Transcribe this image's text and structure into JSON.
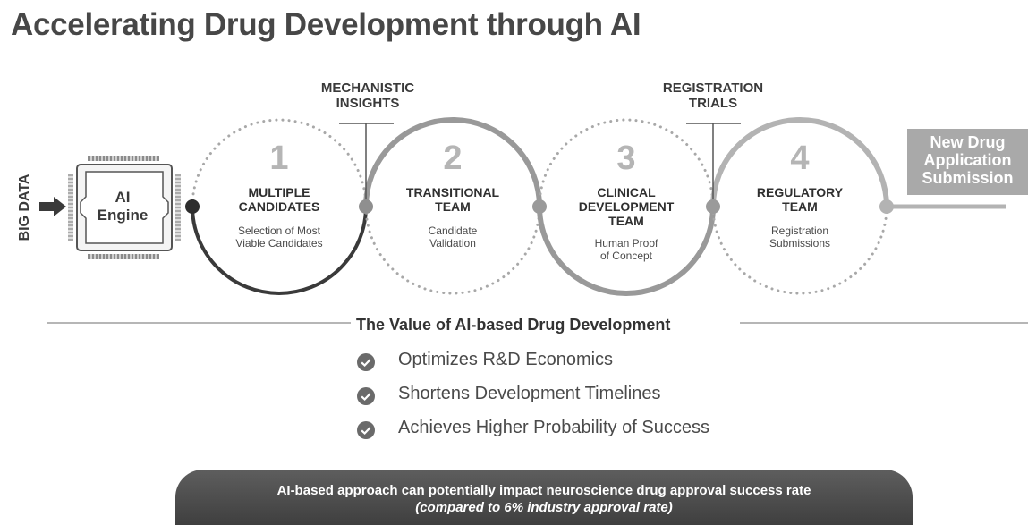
{
  "title": "Accelerating Drug Development through AI",
  "input_label": "BIG DATA",
  "engine_label_line1": "AI",
  "engine_label_line2": "Engine",
  "callouts": {
    "mechanistic_line1": "MECHANISTIC",
    "mechanistic_line2": "INSIGHTS",
    "registration_line1": "REGISTRATION",
    "registration_line2": "TRIALS"
  },
  "stages": [
    {
      "number": "1",
      "name_line1": "MULTIPLE",
      "name_line2": "CANDIDATES",
      "desc_line1": "Selection of Most",
      "desc_line2": "Viable Candidates"
    },
    {
      "number": "2",
      "name_line1": "TRANSITIONAL",
      "name_line2": "TEAM",
      "desc_line1": "Candidate",
      "desc_line2": "Validation"
    },
    {
      "number": "3",
      "name_line1": "CLINICAL",
      "name_line2": "DEVELOPMENT",
      "name_line3": "TEAM",
      "desc_line1": "Human Proof",
      "desc_line2": "of Concept"
    },
    {
      "number": "4",
      "name_line1": "REGULATORY",
      "name_line2": "TEAM",
      "desc_line1": "Registration",
      "desc_line2": "Submissions"
    }
  ],
  "output": {
    "line1": "New Drug",
    "line2": "Application",
    "line3": "Submission"
  },
  "value_heading": "The Value of AI-based Drug Development",
  "value_items": [
    "Optimizes R&D Economics",
    "Shortens Development Timelines",
    "Achieves Higher Probability of Success"
  ],
  "banner": {
    "line1": "AI-based approach can potentially impact neuroscience drug approval success rate",
    "line2": "(compared to 6% industry approval rate)"
  },
  "colors": {
    "dark_arc": "#3a3a3a",
    "mid_arc": "#999999",
    "dotted_arc": "#a8a8a8",
    "number": "#b5b5b5",
    "banner": "#4a4a4a"
  }
}
